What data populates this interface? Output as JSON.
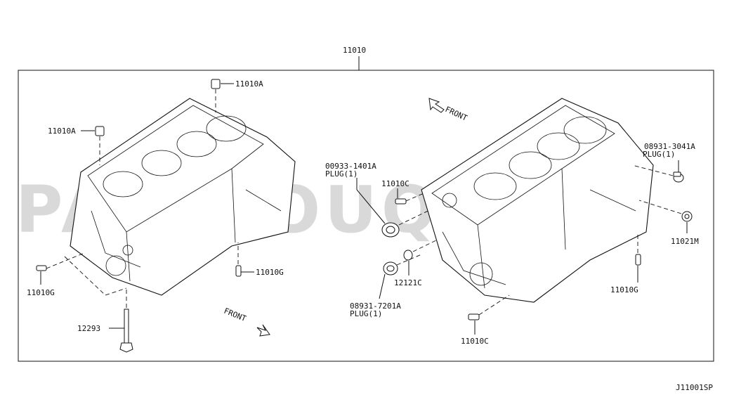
{
  "diagram": {
    "main_part": "11010",
    "drawing_code": "J11001SP",
    "watermark": "PARTSOUQ.COM",
    "front_left": "FRONT",
    "front_right": "FRONT",
    "labels": {
      "l_11010A_top": "11010A",
      "l_11010A_left": "11010A",
      "l_11010G_left": "11010G",
      "l_11010G_mid": "11010G",
      "l_12293": "12293",
      "l_00933_num": "00933-1401A",
      "l_00933_plug": "PLUG(1)",
      "l_11010C_top": "11010C",
      "l_12121C": "12121C",
      "l_08931_7201_num": "08931-7201A",
      "l_08931_7201_plug": "PLUG(1)",
      "l_11010C_bottom": "11010C",
      "l_08931_3041_num": "08931-3041A",
      "l_08931_3041_plug": "PLUG(1)",
      "l_11021M": "11021M",
      "l_11010G_right": "11010G"
    }
  }
}
